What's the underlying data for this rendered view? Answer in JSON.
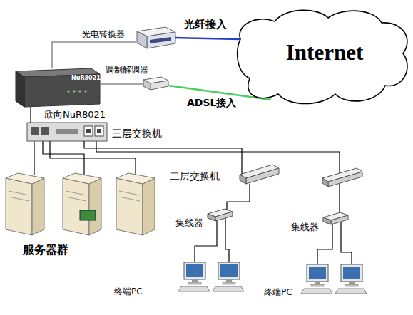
{
  "diagram": {
    "nodes": [
      {
        "text": [
          "光电转换器"
        ]
      },
      {
        "text": [
          "Internet"
        ]
      },
      {
        "text": [
          "调制解调器"
        ]
      },
      {
        "text": [
          "欣向NuR8021"
        ]
      },
      {
        "text": [
          "三层交换机"
        ]
      },
      {
        "text": [
          "二层交换机"
        ]
      },
      {
        "text": [
          "服务器群"
        ]
      },
      {
        "text": [
          "集线器"
        ]
      },
      {
        "text": [
          "集线器"
        ]
      },
      {
        "text": [
          "终端PC"
        ]
      },
      {
        "text": [
          "终端PC"
        ]
      }
    ],
    "edges": [
      {
        "from": 0,
        "to": 1,
        "label": "光纤接入",
        "arrow": "none"
      },
      {
        "from": 2,
        "to": 1,
        "label": "ADSL接入",
        "arrow": "none"
      },
      {
        "from": 3,
        "to": 0,
        "arrow": "none"
      },
      {
        "from": 3,
        "to": 2,
        "arrow": "none"
      },
      {
        "from": 3,
        "to": 4,
        "arrow": "none"
      },
      {
        "from": 4,
        "to": 5,
        "arrow": "none"
      },
      {
        "from": 5,
        "to": 7,
        "arrow": "none"
      }
    ],
    "labels": [
      "NuR8021"
    ]
  }
}
